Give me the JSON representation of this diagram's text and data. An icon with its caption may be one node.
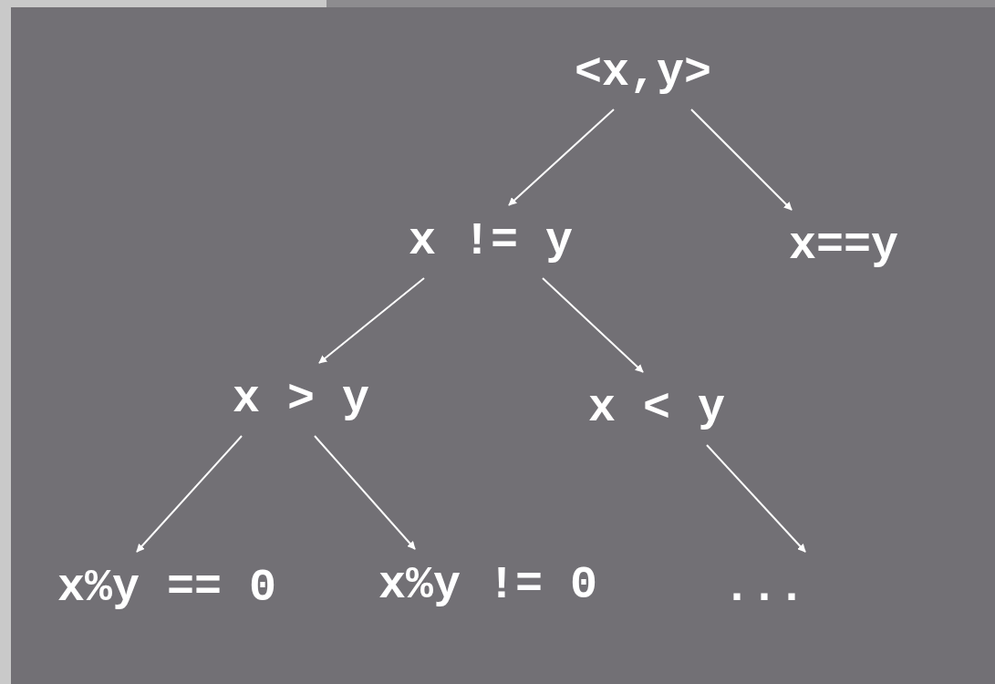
{
  "diagram": {
    "nodes": [
      {
        "text": [
          "<x,y>"
        ]
      },
      {
        "text": [
          "x != y"
        ]
      },
      {
        "text": [
          "x==y"
        ]
      },
      {
        "text": [
          "x > y"
        ]
      },
      {
        "text": [
          "x < y"
        ]
      },
      {
        "text": [
          "x%y == 0"
        ]
      },
      {
        "text": [
          "x%y != 0"
        ]
      },
      {
        "text": [
          "..."
        ]
      }
    ],
    "edges": [
      {
        "from": 0,
        "to": 1,
        "arrow": "to"
      },
      {
        "from": 0,
        "to": 2,
        "arrow": "to"
      },
      {
        "from": 1,
        "to": 3,
        "arrow": "to"
      },
      {
        "from": 1,
        "to": 4,
        "arrow": "to"
      },
      {
        "from": 3,
        "to": 5,
        "arrow": "to"
      },
      {
        "from": 3,
        "to": 6,
        "arrow": "to"
      },
      {
        "from": 4,
        "to": 7,
        "arrow": "to"
      }
    ]
  }
}
